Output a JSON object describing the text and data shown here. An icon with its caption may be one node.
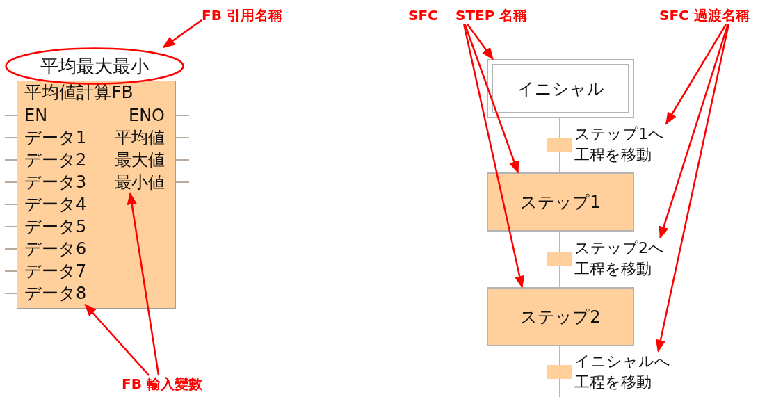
{
  "diagram": {
    "nodes": [
      {
        "text": [
          "FB 引用名稱"
        ]
      },
      {
        "text": [
          "平均最大最小"
        ]
      },
      {
        "text": [
          "平均値計算FB"
        ]
      },
      {
        "text": [
          "EN"
        ],
        "in": 2
      },
      {
        "text": [
          "ENO"
        ],
        "in": 2
      },
      {
        "text": [
          "データ1"
        ],
        "in": 2
      },
      {
        "text": [
          "平均値"
        ],
        "in": 2
      },
      {
        "text": [
          "データ2"
        ],
        "in": 2
      },
      {
        "text": [
          "最大値"
        ],
        "in": 2
      },
      {
        "text": [
          "データ3"
        ],
        "in": 2
      },
      {
        "text": [
          "最小値"
        ],
        "in": 2
      },
      {
        "text": [
          "データ4"
        ],
        "in": 2
      },
      {
        "text": [
          "データ5"
        ],
        "in": 2
      },
      {
        "text": [
          "データ6"
        ],
        "in": 2
      },
      {
        "text": [
          "データ7"
        ],
        "in": 2
      },
      {
        "text": [
          "データ8"
        ],
        "in": 2
      },
      {
        "text": [
          "FB 輸入變數"
        ]
      },
      {
        "text": [
          "SFC",
          "STEP 名稱"
        ]
      },
      {
        "text": [
          "SFC 過渡名稱"
        ]
      },
      {
        "text": [
          "イニシャル"
        ]
      },
      {
        "text": [
          "ステップ1へ工程を移動"
        ]
      },
      {
        "text": [
          "ステップ1"
        ]
      },
      {
        "text": [
          "ステップ2へ工程を移動"
        ]
      },
      {
        "text": [
          "ステップ2"
        ]
      },
      {
        "text": [
          "イニシャルへ工程を移動"
        ]
      }
    ],
    "edges": [
      {
        "from": 0,
        "to": 1,
        "arrow": "to"
      },
      {
        "from": 16,
        "to": 15,
        "arrow": "to"
      },
      {
        "from": 16,
        "to": 10,
        "arrow": "to"
      },
      {
        "from": 17,
        "to": 19,
        "arrow": "to"
      },
      {
        "from": 17,
        "to": 21,
        "arrow": "to"
      },
      {
        "from": 17,
        "to": 23,
        "arrow": "to"
      },
      {
        "from": 18,
        "to": 20,
        "arrow": "to"
      },
      {
        "from": 18,
        "to": 22,
        "arrow": "to"
      },
      {
        "from": 18,
        "to": 24,
        "arrow": "to"
      },
      {
        "from": 19,
        "to": 20,
        "arrow": "none",
        "color": "#c4b4a4"
      },
      {
        "from": 20,
        "to": 21,
        "arrow": "none",
        "color": "#c4b4a4"
      },
      {
        "from": 21,
        "to": 22,
        "arrow": "none",
        "color": "#c4b4a4"
      },
      {
        "from": 22,
        "to": 23,
        "arrow": "none",
        "color": "#c4b4a4"
      },
      {
        "from": 23,
        "to": 24,
        "arrow": "none",
        "color": "#c4b4a4"
      },
      {
        "from": 24,
        "to": null,
        "arrow": "none",
        "color": "#c4b4a4"
      }
    ]
  }
}
